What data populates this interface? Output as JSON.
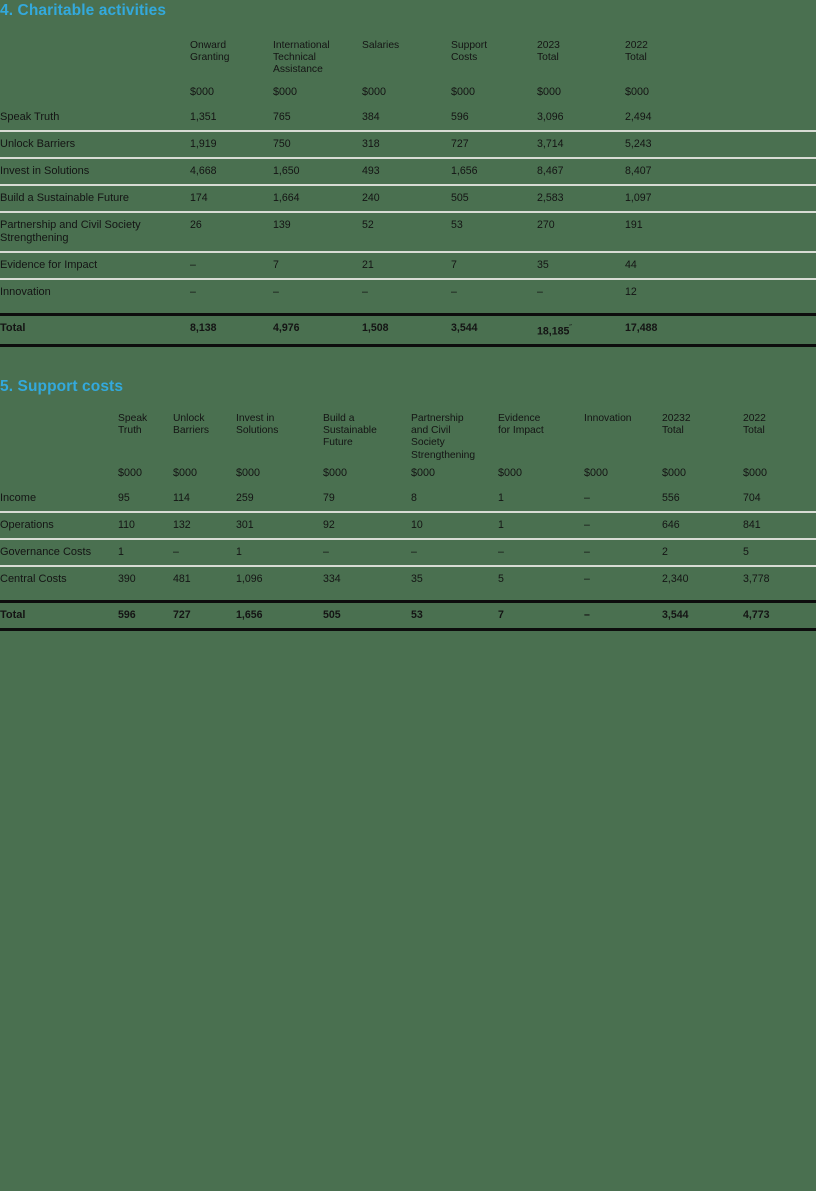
{
  "colors": {
    "background": "#4a7050",
    "heading": "#33a9dc",
    "text": "#141414",
    "rule_light": "#d8dcd4",
    "rule_dark": "#0d0d0d"
  },
  "sections": [
    {
      "title": "4. Charitable activities",
      "table": {
        "headers": [
          "Onward\nGranting",
          "International\nTechnical\nAssistance",
          "Salaries",
          "Support\nCosts",
          "2023\nTotal",
          "2022\nTotal"
        ],
        "units": [
          "$000",
          "$000",
          "$000",
          "$000",
          "$000",
          "$000"
        ],
        "rows": [
          {
            "label": "Speak Truth",
            "values": [
              "1,351",
              "765",
              "384",
              "596",
              "3,096",
              "2,494"
            ]
          },
          {
            "label": "Unlock Barriers",
            "values": [
              "1,919",
              "750",
              "318",
              "727",
              "3,714",
              "5,243"
            ]
          },
          {
            "label": "Invest in Solutions",
            "values": [
              "4,668",
              "1,650",
              "493",
              "1,656",
              "8,467",
              "8,407"
            ]
          },
          {
            "label": "Build a Sustainable Future",
            "values": [
              "174",
              "1,664",
              "240",
              "505",
              "2,583",
              "1,097"
            ]
          },
          {
            "label": "Partnership and Civil Society\nStrengthening",
            "values": [
              "26",
              "139",
              "52",
              "53",
              "270",
              "191"
            ]
          },
          {
            "label": "Evidence for Impact",
            "values": [
              "–",
              "7",
              "21",
              "7",
              "35",
              "44"
            ]
          },
          {
            "label": "Innovation",
            "values": [
              "–",
              "–",
              "–",
              "–",
              "–",
              "12"
            ]
          }
        ],
        "total": {
          "label": "Total",
          "values": [
            "8,138",
            "4,976",
            "1,508",
            "3,544",
            "18,185",
            "17,488"
          ],
          "footnote_marker": "˝"
        }
      }
    },
    {
      "title": "5. Support costs",
      "table": {
        "headers": [
          "Speak\nTruth",
          "Unlock\nBarriers",
          "Invest in\nSolutions",
          "Build a\nSustainable\nFuture",
          "Partnership\nand Civil\nSociety\nStrengthening",
          "Evidence\nfor Impact",
          "Innovation",
          "20232\nTotal",
          "2022\nTotal"
        ],
        "units": [
          "$000",
          "$000",
          "$000",
          "$000",
          "$000",
          "$000",
          "$000",
          "$000",
          "$000"
        ],
        "rows": [
          {
            "label": "Income",
            "values": [
              "95",
              "114",
              "259",
              "79",
              "8",
              "1",
              "–",
              "556",
              "704"
            ]
          },
          {
            "label": "Operations",
            "values": [
              "110",
              "132",
              "301",
              "92",
              "10",
              "1",
              "–",
              "646",
              "841"
            ]
          },
          {
            "label": "Governance Costs",
            "values": [
              "1",
              "–",
              "1",
              "–",
              "–",
              "–",
              "–",
              "2",
              "5"
            ]
          },
          {
            "label": "Central Costs",
            "values": [
              "390",
              "481",
              "1,096",
              "334",
              "35",
              "5",
              "–",
              "2,340",
              "3,778"
            ]
          }
        ],
        "total": {
          "label": "Total",
          "values": [
            "596",
            "727",
            "1,656",
            "505",
            "53",
            "7",
            "–",
            "3,544",
            "4,773"
          ]
        }
      }
    }
  ]
}
